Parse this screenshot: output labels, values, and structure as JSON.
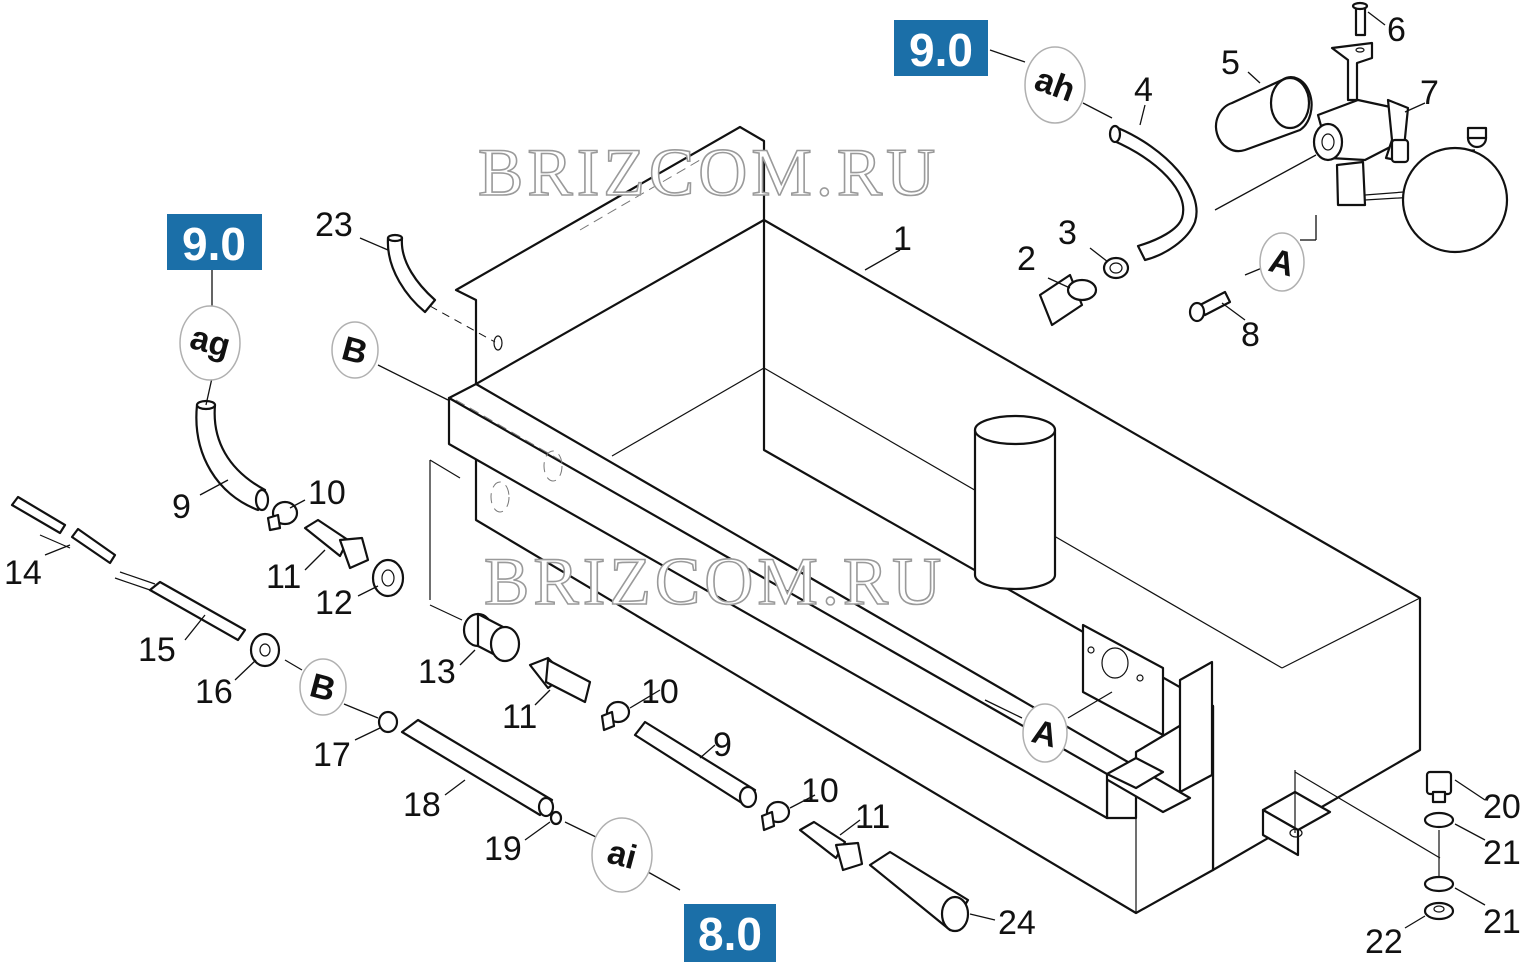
{
  "watermarks": [
    "BRIZCOM.RU",
    "BRIZCOM.RU"
  ],
  "reference_boxes": [
    "9.0",
    "9.0",
    "8.0"
  ],
  "connection_ovals": [
    "ah",
    "ag",
    "ai",
    "B",
    "B",
    "A",
    "A"
  ],
  "part_numbers": {
    "p1": "1",
    "p2": "2",
    "p3": "3",
    "p4": "4",
    "p5": "5",
    "p6": "6",
    "p7": "7",
    "p8": "8",
    "p9a": "9",
    "p9b": "9",
    "p10a": "10",
    "p10b": "10",
    "p10c": "10",
    "p11a": "11",
    "p11b": "11",
    "p11c": "11",
    "p12": "12",
    "p13": "13",
    "p14": "14",
    "p15": "15",
    "p16": "16",
    "p17": "17",
    "p18": "18",
    "p19": "19",
    "p20": "20",
    "p21a": "21",
    "p21b": "21",
    "p22": "22",
    "p23": "23",
    "p24": "24"
  },
  "colors": {
    "reference_box": "#1b6fa8",
    "line": "#111111"
  }
}
